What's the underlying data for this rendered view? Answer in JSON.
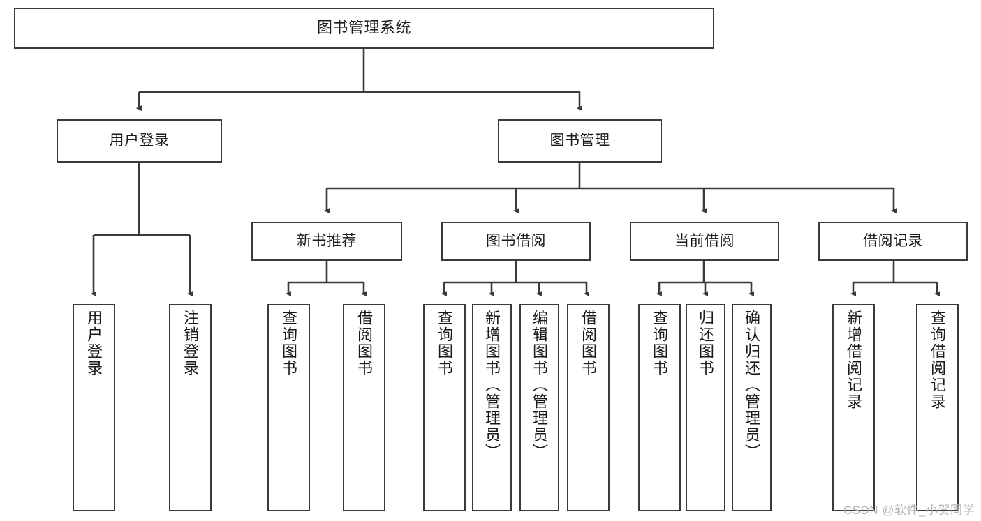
{
  "diagram": {
    "type": "tree-hierarchy-chart",
    "title": "图书管理系统",
    "background_color": "#ffffff",
    "stroke_color": "#3a3a3a",
    "text_color": "#1a1a1a"
  },
  "nodes": {
    "root": {
      "label": "图书管理系统",
      "level": 1,
      "orientation": "horizontal"
    },
    "level2": [
      {
        "id": "user-login",
        "label": "用户登录",
        "orientation": "horizontal"
      },
      {
        "id": "book-management",
        "label": "图书管理",
        "orientation": "horizontal"
      }
    ],
    "level3": [
      {
        "id": "new-book-recommend",
        "label": "新书推荐",
        "orientation": "horizontal"
      },
      {
        "id": "book-borrow",
        "label": "图书借阅",
        "orientation": "horizontal"
      },
      {
        "id": "current-borrow",
        "label": "当前借阅",
        "orientation": "horizontal"
      },
      {
        "id": "borrow-record",
        "label": "借阅记录",
        "orientation": "horizontal"
      }
    ],
    "leaves": [
      {
        "id": "leaf-user-login",
        "label": "用户登录",
        "parent": "user-login",
        "orientation": "vertical"
      },
      {
        "id": "leaf-logout-login",
        "label": "注销登录",
        "parent": "user-login",
        "orientation": "vertical"
      },
      {
        "id": "leaf-query-book-1",
        "label": "查询图书",
        "parent": "new-book-recommend",
        "orientation": "vertical"
      },
      {
        "id": "leaf-borrow-book-1",
        "label": "借阅图书",
        "parent": "new-book-recommend",
        "orientation": "vertical"
      },
      {
        "id": "leaf-query-book-2",
        "label": "查询图书",
        "parent": "book-borrow",
        "orientation": "vertical"
      },
      {
        "id": "leaf-add-book",
        "label": "新增图书（管理员）",
        "parent": "book-borrow",
        "orientation": "vertical"
      },
      {
        "id": "leaf-edit-book",
        "label": "编辑图书（管理员）",
        "parent": "book-borrow",
        "orientation": "vertical"
      },
      {
        "id": "leaf-borrow-book-2",
        "label": "借阅图书",
        "parent": "book-borrow",
        "orientation": "vertical"
      },
      {
        "id": "leaf-query-book-3",
        "label": "查询图书",
        "parent": "current-borrow",
        "orientation": "vertical"
      },
      {
        "id": "leaf-return-book",
        "label": "归还图书",
        "parent": "current-borrow",
        "orientation": "vertical"
      },
      {
        "id": "leaf-confirm-return",
        "label": "确认归还（管理员）",
        "parent": "current-borrow",
        "orientation": "vertical"
      },
      {
        "id": "leaf-add-borrow-record",
        "label": "新增借阅记录",
        "parent": "borrow-record",
        "orientation": "vertical"
      },
      {
        "id": "leaf-query-borrow-record",
        "label": "查询借阅记录",
        "parent": "borrow-record",
        "orientation": "vertical"
      }
    ]
  },
  "watermark": {
    "text": "CSDN @软件_小贺同学"
  }
}
